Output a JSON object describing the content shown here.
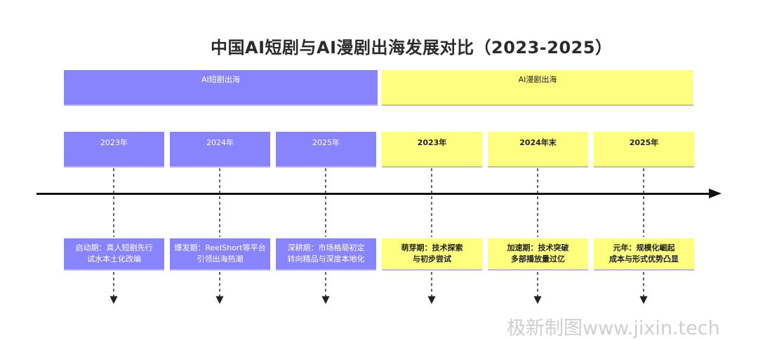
{
  "title": "中国AI短剧与AI漫剧出海发展对比（2023-2025）",
  "sections": [
    {
      "label": "AI短剧出海",
      "color": "#8883ff"
    },
    {
      "label": "AI漫剧出海",
      "color": "#fefe7f"
    }
  ],
  "periods": [
    {
      "year": "2023年",
      "event_line1": "启动期：真人短剧先行",
      "event_line2": "试水本土化改编"
    },
    {
      "year": "2024年",
      "event_line1": "爆发期：ReelShort等平台",
      "event_line2": "引领出海热潮"
    },
    {
      "year": "2025年",
      "event_line1": "深耕期：市场格局初定",
      "event_line2": "转向精品与深度本地化"
    },
    {
      "year": "2023年",
      "event_line1": "萌芽期：技术探索",
      "event_line2": "与初步尝试"
    },
    {
      "year": "2024年末",
      "event_line1": "加速期：技术突破",
      "event_line2": "多部播放量过亿"
    },
    {
      "year": "2025年",
      "event_line1": "元年：规模化崛起",
      "event_line2": "成本与形式优势凸显"
    }
  ],
  "watermark": "极新制图www.jixin.tech"
}
